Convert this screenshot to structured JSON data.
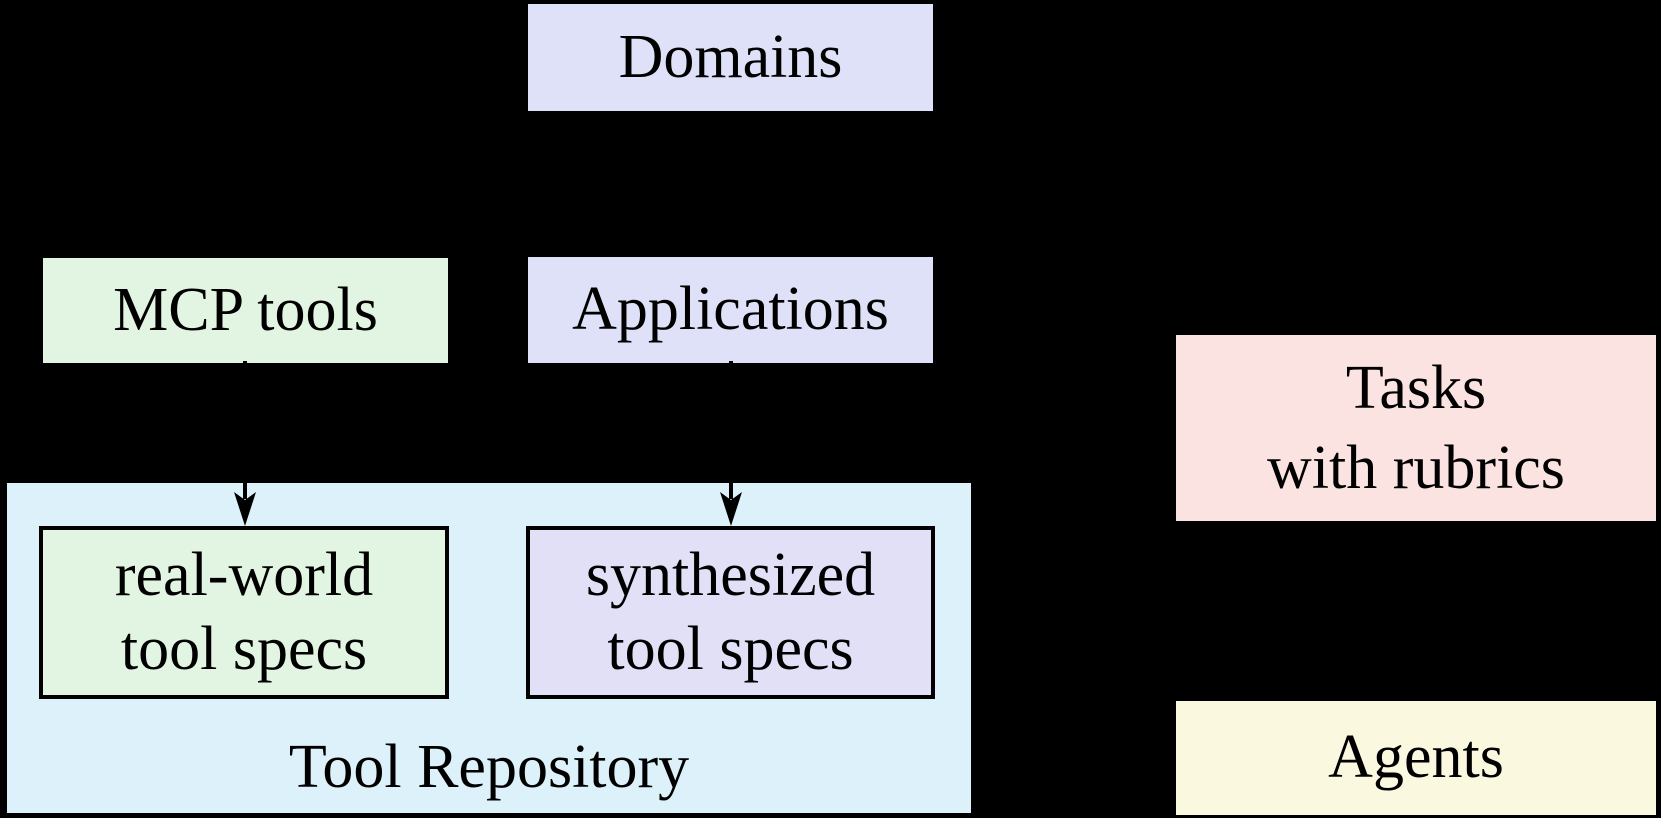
{
  "diagram": {
    "description": "Benchmark pipeline diagram: domains and MCP tools feed a tool repository of tool specs; tasks with rubrics and agents shown at right."
  },
  "colors": {
    "background": "#000000",
    "lavender": "#dee1f7",
    "green": "#e1f5e2",
    "light_blue": "#ddf1fa",
    "inner_purple": "#e1e0f6",
    "pink": "#fae3e0",
    "yellow": "#fbf8e0",
    "line": "#000000",
    "text": "#000000"
  },
  "boxes": {
    "domains": {
      "label": "Domains"
    },
    "mcp_tools": {
      "label": "MCP tools"
    },
    "applications": {
      "label": "Applications"
    },
    "tasks": {
      "line1": "Tasks",
      "line2": "with rubrics"
    },
    "tool_repository": {
      "label": "Tool Repository"
    },
    "real_world": {
      "line1": "real-world",
      "line2": "tool specs"
    },
    "synthesized": {
      "line1": "synthesized",
      "line2": "tool specs"
    },
    "agents": {
      "label": "Agents"
    }
  },
  "arrows": [
    {
      "name": "mcp-tools-to-real-world-specs",
      "from": "MCP tools",
      "to": "real-world tool specs",
      "direction": "down"
    },
    {
      "name": "applications-to-synthesized-specs",
      "from": "Applications",
      "to": "synthesized tool specs",
      "direction": "down"
    }
  ]
}
